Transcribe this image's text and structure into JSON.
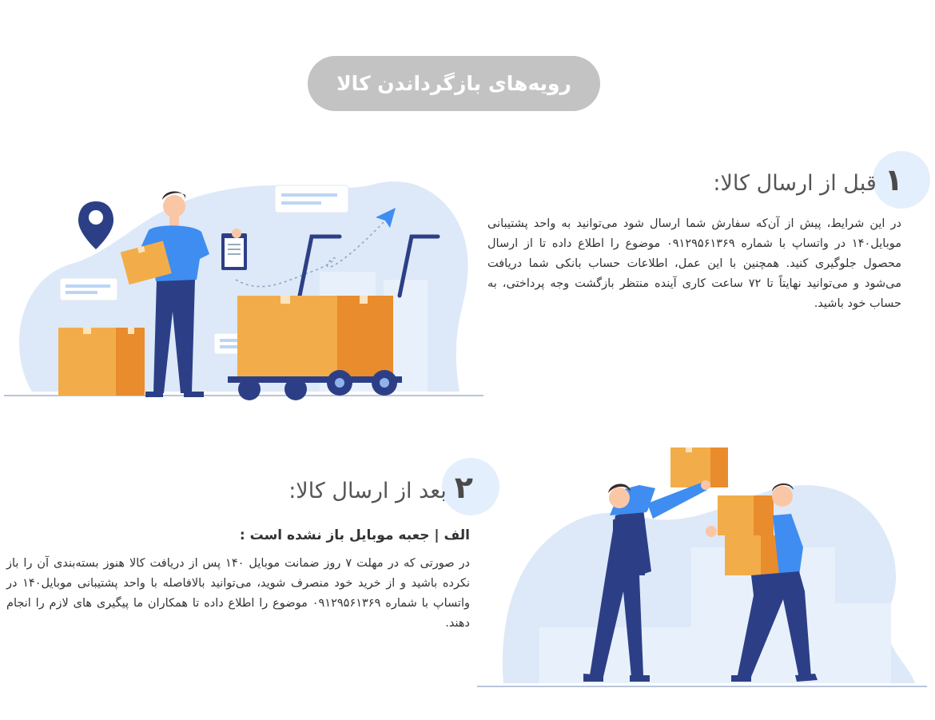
{
  "page_title": "رویه‌های بازگرداندن کالا",
  "section1": {
    "number": "۱",
    "heading": "قبل از ارسال کالا:",
    "text": "در این شرایط، پیش از آن‌که سفارش شما ارسال شود می‌توانید به واحد پشتیبانی موبایل۱۴۰ در واتساپ با شماره ۰۹۱۲۹۵۶۱۳۶۹ موضوع را اطلاع داده تا از ارسال محصول جلوگیری کنید. همچنین با این عمل، اطلاعات حساب بانکی شما دریافت می‌شود و می‌توانید نهایتاً تا ۷۲ ساعت کاری آینده منتظر بازگشت وجه پرداختی، به حساب خود باشید."
  },
  "section2": {
    "number": "۲",
    "heading": "بعد از ارسال کالا:",
    "subheading": "الف | جعبه موبایل باز نشده است :",
    "text": "در صورتی که در مهلت ۷ روز ضمانت موبایل ۱۴۰ پس از دریافت کالا هنوز بسته‌بندی آن را باز نکرده باشید و از خرید خود منصرف شوید، می‌توانید بالافاصله با واحد پشتیبانی موبایل۱۴۰ در واتساپ با شماره ۰۹۱۲۹۵۶۱۳۶۹ موضوع را اطلاع داده تا همکاران ما پیگیری های لازم را انجام دهند."
  },
  "colors": {
    "pill": "#c3c3c4",
    "circle": "#e3effc",
    "box_orange": "#f2ad4a",
    "box_dark": "#e98c2d",
    "navy": "#2c3f86",
    "shirt_blue": "#3f8df0",
    "bg_blob": "#dde9f8"
  },
  "illustrations": {
    "left": "delivery-cart-illustration",
    "right": "movers-boxes-illustration"
  }
}
